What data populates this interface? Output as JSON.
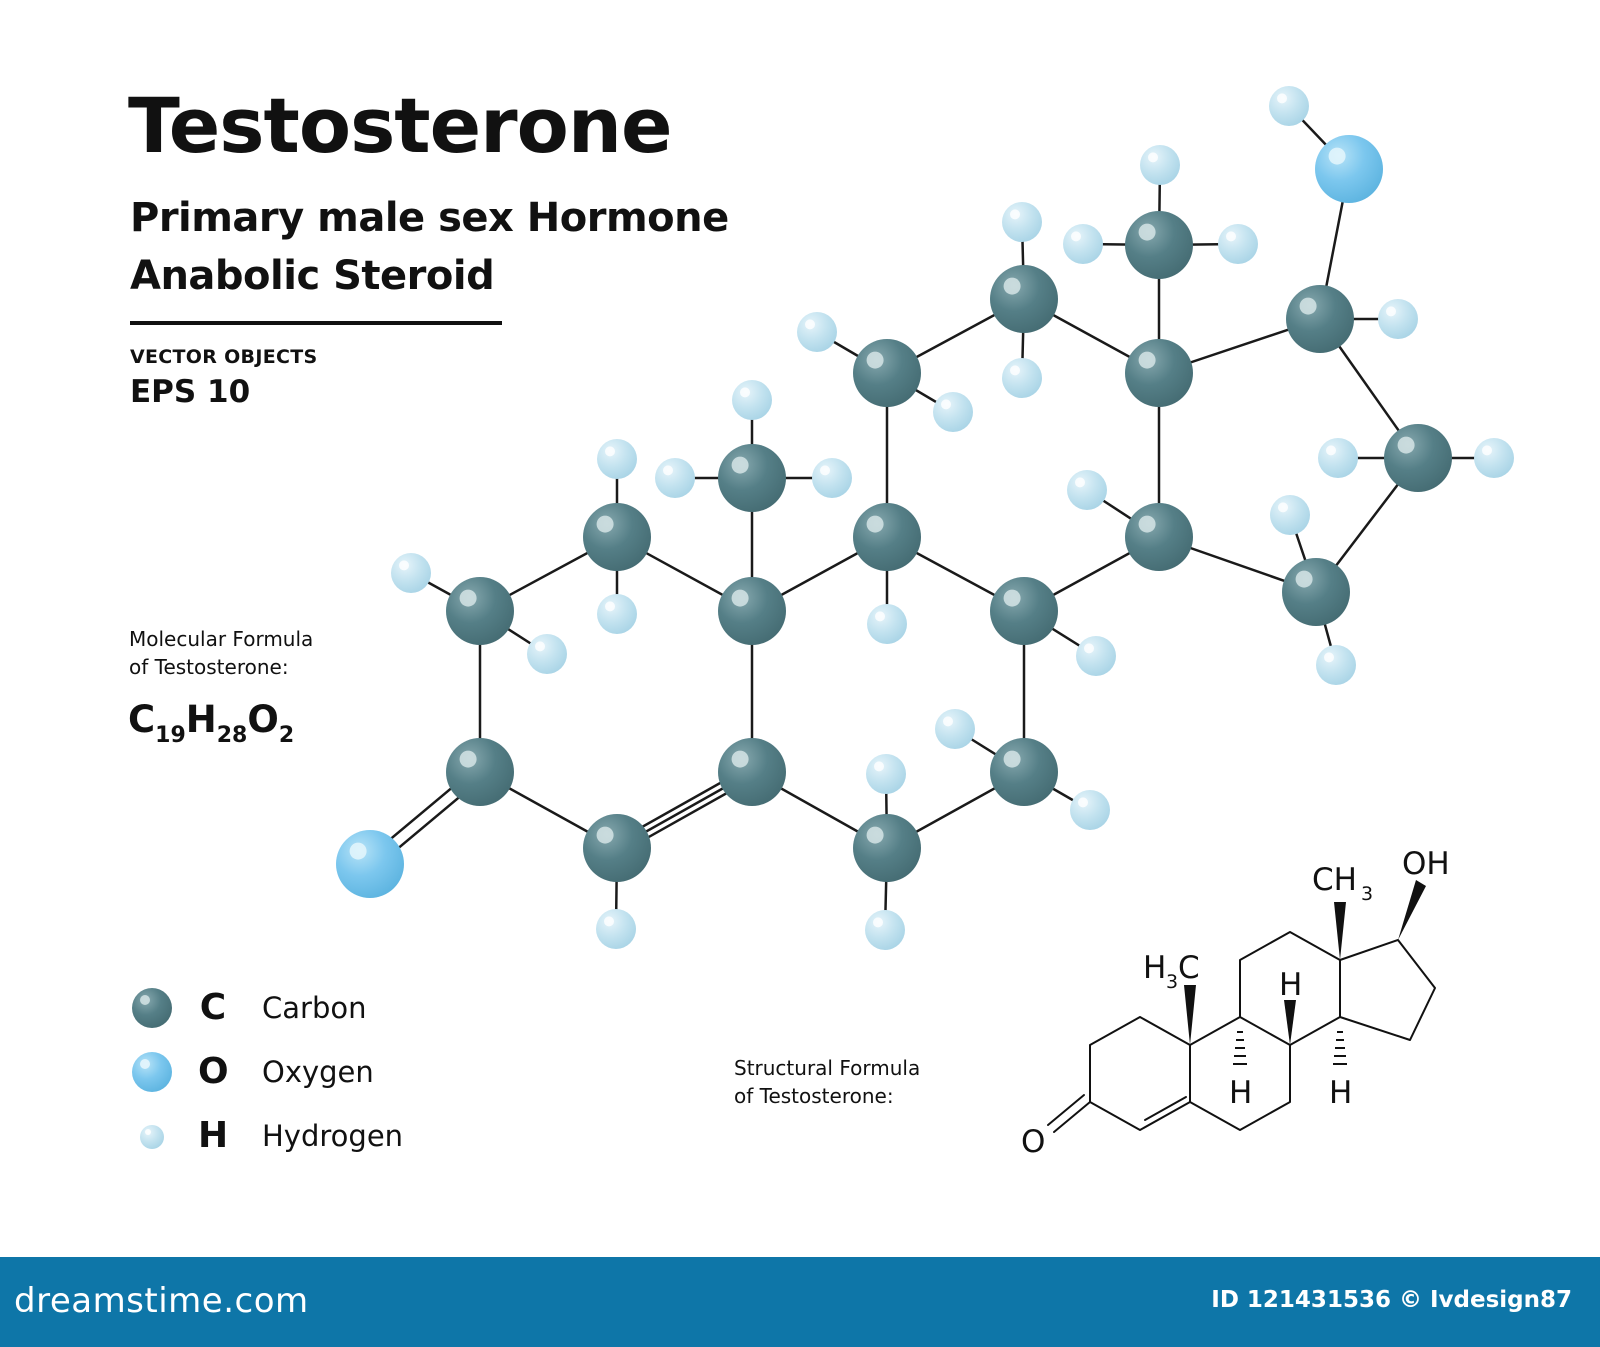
{
  "title": "Testosterone",
  "subtitle_1": "Primary male sex Hormone",
  "subtitle_2": "Anabolic Steroid",
  "vector_label": "VECTOR OBJECTS",
  "eps_label": "EPS 10",
  "molecular_formula": {
    "label_line1": "Molecular Formula",
    "label_line2": "of Testosterone:",
    "c": "C",
    "c_count": "19",
    "h": "H",
    "h_count": "28",
    "o": "O",
    "o_count": "2"
  },
  "legend": [
    {
      "symbol": "C",
      "name": "Carbon",
      "color": "#557f87"
    },
    {
      "symbol": "O",
      "name": "Oxygen",
      "color": "#7cc7ee"
    },
    {
      "symbol": "H",
      "name": "Hydrogen",
      "color": "#c2e2ef"
    }
  ],
  "structural_formula": {
    "label_line1": "Structural  Formula",
    "label_line2": "of Testosterone:",
    "oh": "OH",
    "ch3": "CH",
    "ch3_sub": "3",
    "h3c_h": "H",
    "h3c_sub": "3",
    "h3c_c": "C",
    "h": "H",
    "o": "O"
  },
  "footer": {
    "brand": "dreamstime.com",
    "id_text": "ID 121431536 © Ivdesign87",
    "color": "#0e76a8"
  },
  "colors": {
    "carbon": "#557f87",
    "oxygen": "#7cc7ee",
    "hydrogen": "#c2e2ef",
    "bond": "#1a1a1a"
  }
}
